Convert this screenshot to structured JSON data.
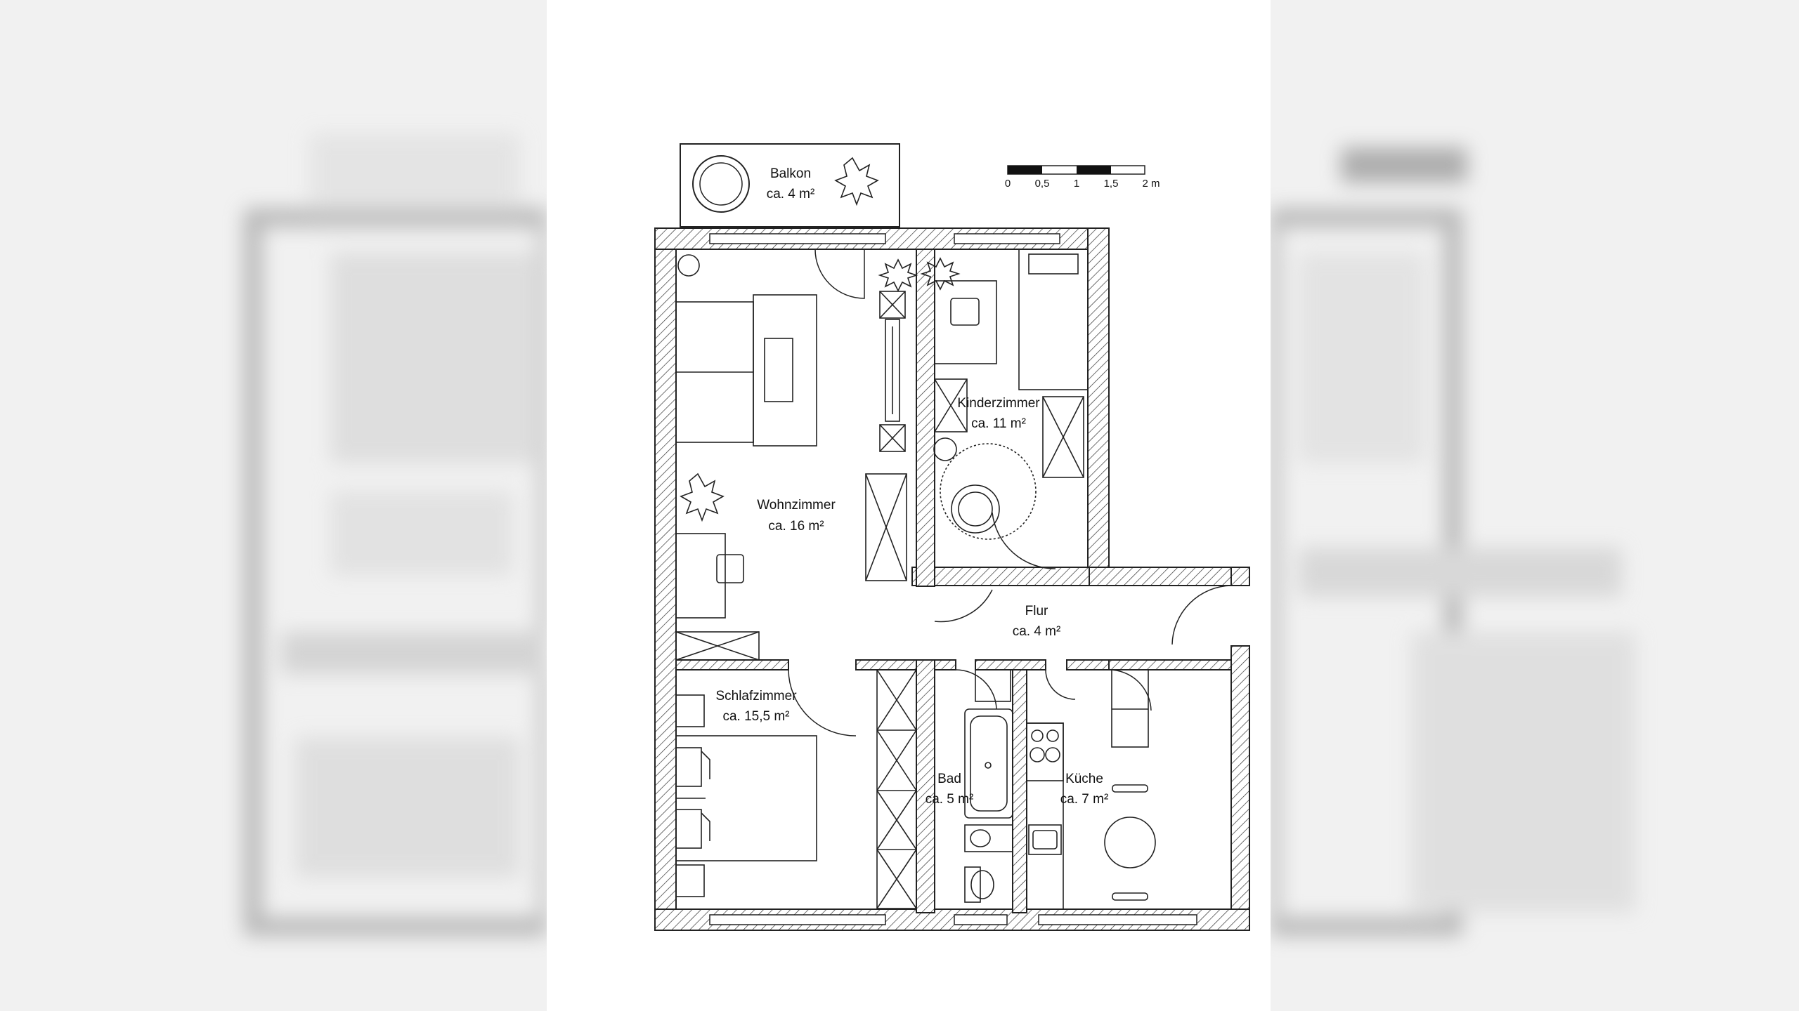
{
  "rooms": {
    "balkon": {
      "name": "Balkon",
      "area": "ca. 4 m²"
    },
    "wohnzimmer": {
      "name": "Wohnzimmer",
      "area": "ca. 16 m²"
    },
    "kinderzimmer": {
      "name": "Kinderzimmer",
      "area": "ca. 11 m²"
    },
    "flur": {
      "name": "Flur",
      "area": "ca. 4 m²"
    },
    "schlafzimmer": {
      "name": "Schlafzimmer",
      "area": "ca. 15,5 m²"
    },
    "bad": {
      "name": "Bad",
      "area": "ca. 5 m²"
    },
    "kueche": {
      "name": "Küche",
      "area": "ca. 7 m²"
    }
  },
  "scale": {
    "ticks": [
      "0",
      "0,5",
      "1",
      "1,5",
      "2 m"
    ]
  },
  "colors": {
    "line": "#222222",
    "blur_bg": "#f1f1f1",
    "background": "#ffffff"
  }
}
